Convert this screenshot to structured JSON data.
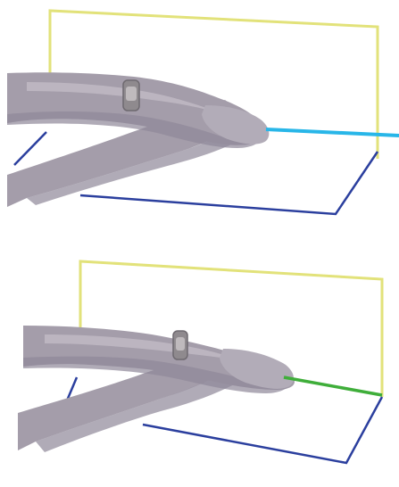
{
  "colors": {
    "background": "#ffffff",
    "vertical_plane": "#e2e27a",
    "horizontal_plane": "#2b3f9e",
    "arm_skin": "#a49daa",
    "arm_shadow": "#8e8798",
    "arm_highlight": "#c2bcc6",
    "watch": "#8f8a8e",
    "pointing_line_top": "#28b6e8",
    "pointing_line_bottom": "#3fae3a"
  },
  "panels": [
    {
      "id": "top",
      "pointing_line_color_key": "pointing_line_top",
      "pointing_line_extends_beyond_planes": true
    },
    {
      "id": "bottom",
      "pointing_line_color_key": "pointing_line_bottom",
      "pointing_line_extends_beyond_planes": false
    }
  ]
}
